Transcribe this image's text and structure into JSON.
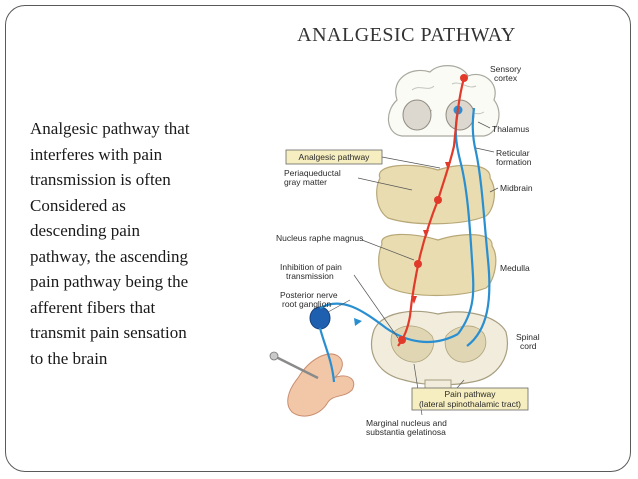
{
  "slide": {
    "title": "ANALGESIC PATHWAY",
    "body": "Analgesic pathway that\ninterferes with pain\ntransmission is often\nConsidered as\ndescending pain\npathway, the ascending\npain pathway being the\nafferent fibers that\ntransmit pain sensation\nto the brain"
  },
  "diagram": {
    "labels": {
      "sensory_cortex_1": "Sensory",
      "sensory_cortex_2": "cortex",
      "thalamus": "Thalamus",
      "analgesic_pathway": "Analgesic pathway",
      "reticular_1": "Reticular",
      "reticular_2": "formation",
      "periaqueductal_1": "Periaqueductal",
      "periaqueductal_2": "gray matter",
      "midbrain": "Midbrain",
      "raphe": "Nucleus raphe magnus",
      "medulla": "Medulla",
      "inhibition_1": "Inhibition of pain",
      "inhibition_2": "transmission",
      "posterior_1": "Posterior nerve",
      "posterior_2": "root ganglion",
      "spinal_1": "Spinal",
      "spinal_2": "cord",
      "pain_pathway_1": "Pain pathway",
      "pain_pathway_2": "(lateral spinothalamic tract)",
      "marginal_1": "Marginal nucleus and",
      "marginal_2": "substantia gelatinosa"
    },
    "colors": {
      "descending": "#e23a2a",
      "ascending": "#2a8fd0",
      "tissue": "#e8dcb0",
      "tissue_edge": "#b8a878",
      "label_box": "#f6eec0"
    }
  }
}
